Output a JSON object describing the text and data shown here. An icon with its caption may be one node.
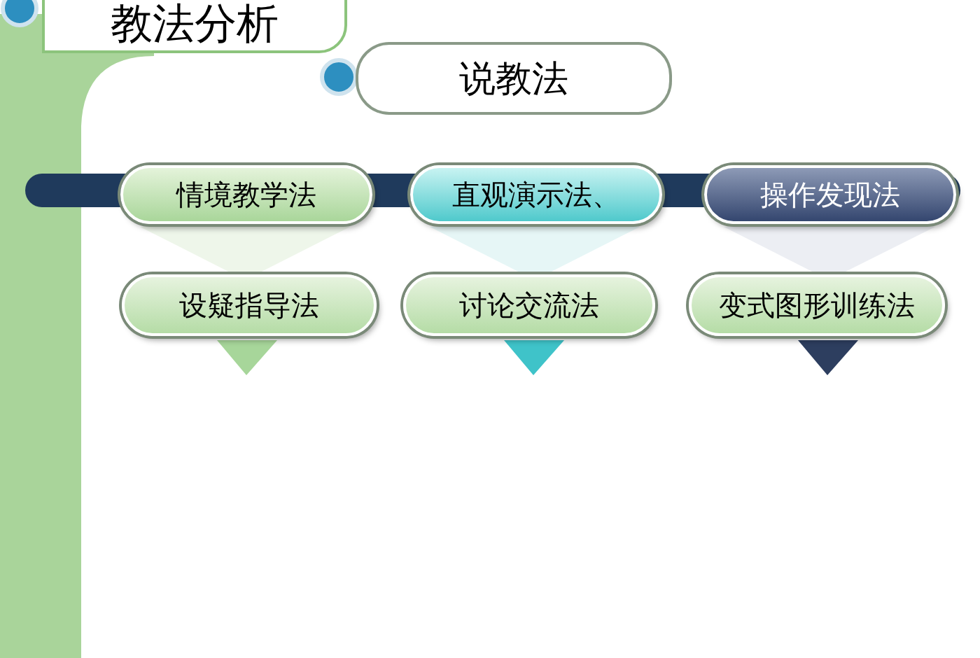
{
  "diagram": {
    "title": "教法分析",
    "nodes": [
      {
        "text": [
          "说教法"
        ]
      },
      {
        "text": [
          "情境教学法"
        ]
      },
      {
        "text": [
          "直观演示法、"
        ]
      },
      {
        "text": [
          "操作发现法"
        ]
      },
      {
        "text": [
          "设疑指导法"
        ]
      },
      {
        "text": [
          "讨论交流法"
        ]
      },
      {
        "text": [
          "变式图形训练法"
        ]
      }
    ],
    "edges": []
  }
}
